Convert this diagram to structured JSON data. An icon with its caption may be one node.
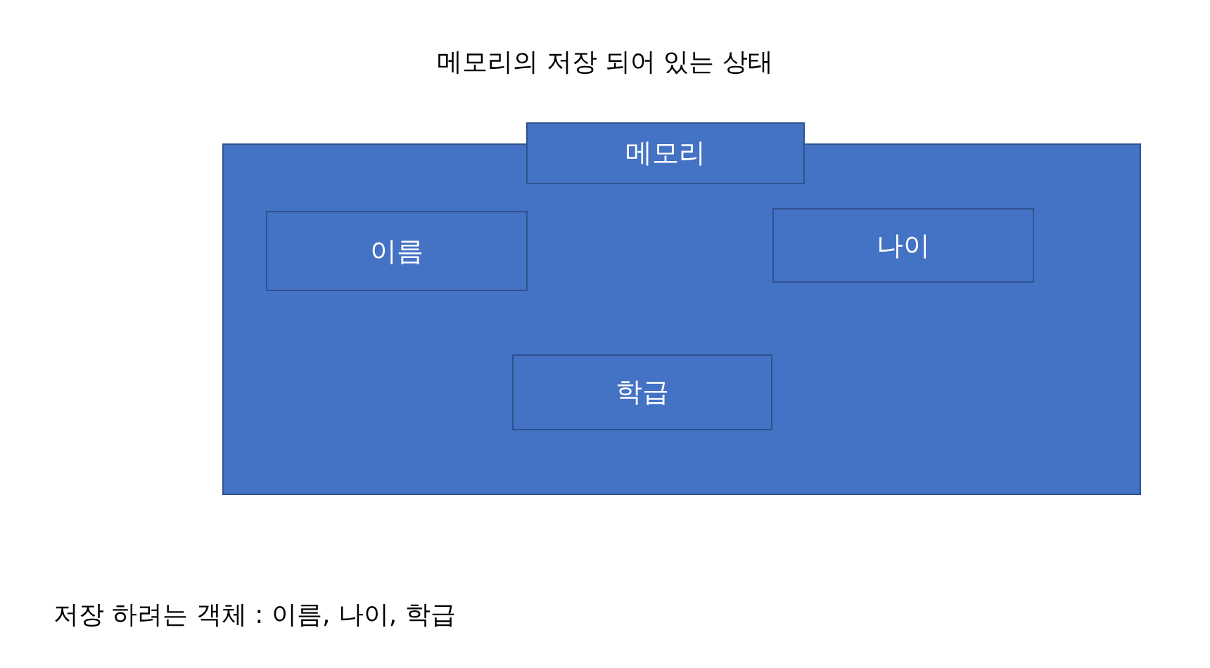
{
  "diagram": {
    "title": "메모리의 저장 되어 있는 상태",
    "nodes": [
      {
        "text": [],
        "shape": "box"
      },
      {
        "text": [
          "메모리"
        ]
      },
      {
        "text": [
          "이름"
        ],
        "in": 0
      },
      {
        "text": [
          "나이"
        ],
        "in": 0
      },
      {
        "text": [
          "학급"
        ],
        "in": 0
      }
    ],
    "labels": [
      "저장 하려는 객체 : 이름, 나이, 학급"
    ]
  }
}
